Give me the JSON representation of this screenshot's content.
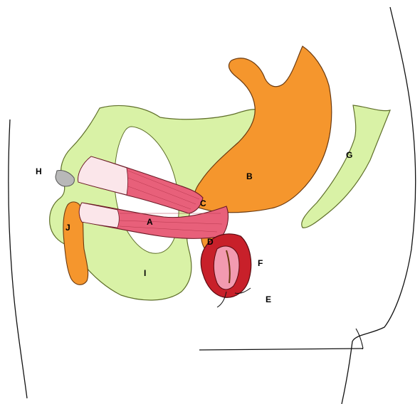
{
  "labels": {
    "A": "A",
    "B": "B",
    "C": "C",
    "D": "D",
    "E": "E",
    "F": "F",
    "G": "G",
    "H": "H",
    "I": "I",
    "J": "J"
  },
  "colors": {
    "pelvis_bone": "#d9f2a6",
    "pelvis_outline": "#5f6f2a",
    "organ_orange": "#f5962d",
    "organ_outline": "#6b3a10",
    "muscle_red": "#e8607a",
    "muscle_outline": "#6b1a26",
    "ring_red": "#c8202a",
    "inner_pink": "#f29ab0",
    "cartilage_gray": "#b8b8b8",
    "outline_black": "#111111"
  }
}
